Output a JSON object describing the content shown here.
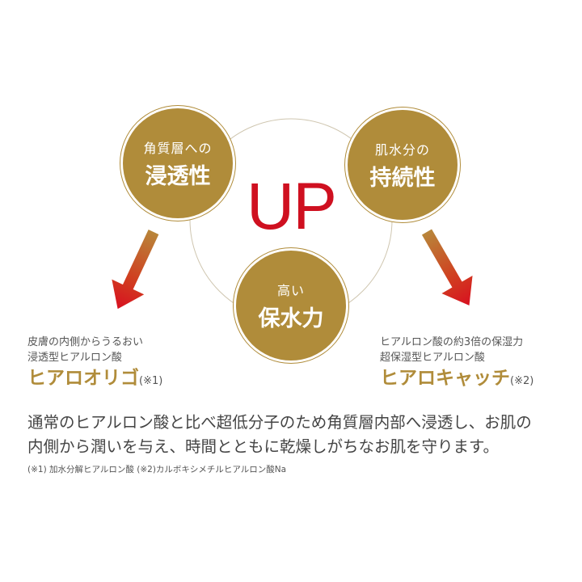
{
  "center_label": "UP",
  "circles": [
    {
      "small": "角質層への",
      "big": "浸透性"
    },
    {
      "small": "肌水分の",
      "big": "持続性"
    },
    {
      "small": "高い",
      "big": "保水力"
    }
  ],
  "left_block": {
    "line1": "皮膚の内側からうるおい",
    "line2": "浸透型ヒアルロン酸",
    "product": "ヒアロオリゴ",
    "note": "(※1)"
  },
  "right_block": {
    "line1": "ヒアルロン酸の約3倍の保湿力",
    "line2": "超保湿型ヒアルロン酸",
    "product": "ヒアロキャッチ",
    "note": "(※2)"
  },
  "body": {
    "line1": "通常のヒアルロン酸と比べ超低分子のため角質層内部へ浸透し、お肌の",
    "line2": "内側から潤いを与え、時間とともに乾燥しがちなお肌を守ります。"
  },
  "footnote": "(※1) 加水分解ヒアルロン酸 (※2)カルボキシメチルヒアルロン酸Na",
  "colors": {
    "gold": "#b08c3a",
    "red": "#cf1020"
  }
}
